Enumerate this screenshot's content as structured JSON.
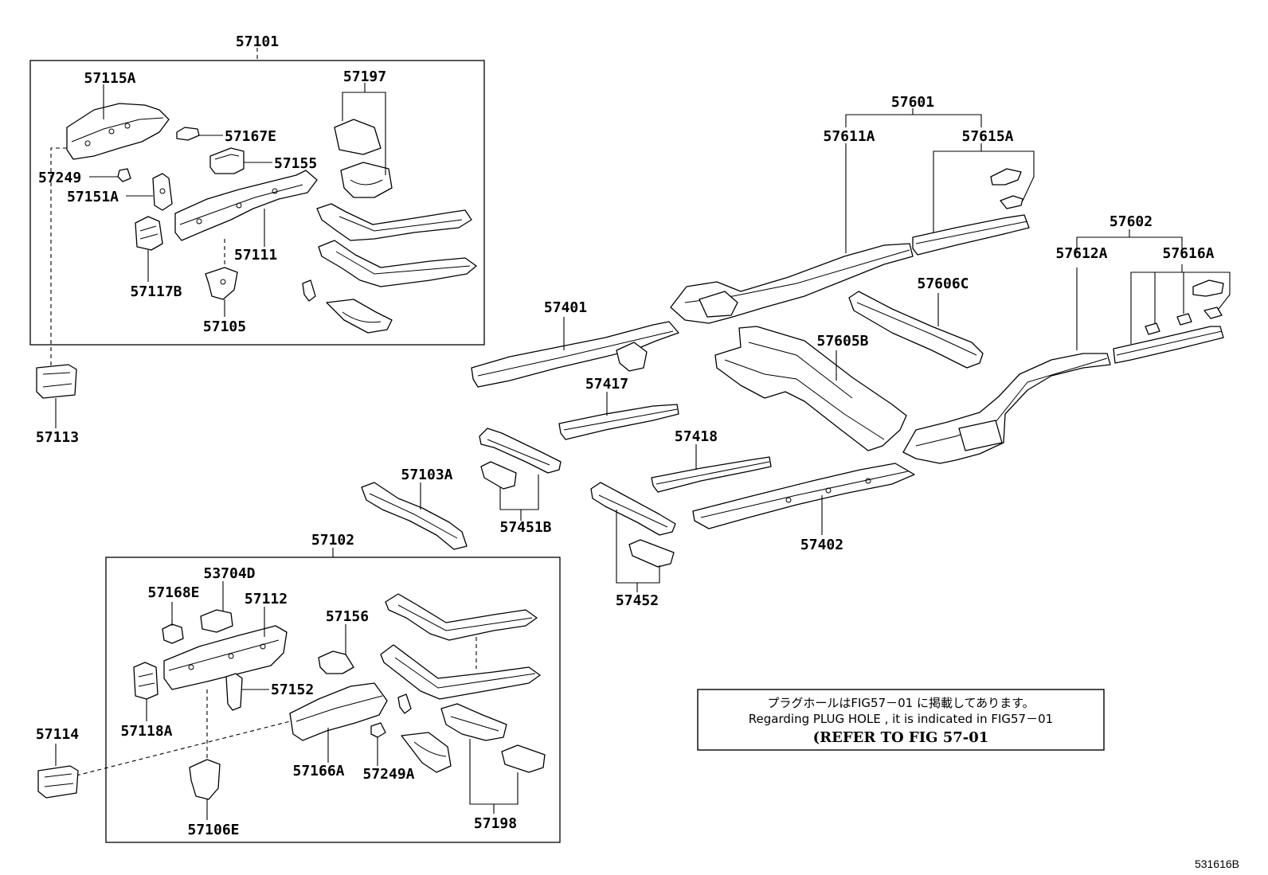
{
  "labels": {
    "a57101": "57101",
    "a57115A": "57115A",
    "a57197": "57197",
    "a57167E": "57167E",
    "a57155": "57155",
    "a57249": "57249",
    "a57151A": "57151A",
    "a57111": "57111",
    "a57117B": "57117B",
    "a57105": "57105",
    "a57113": "57113",
    "a57601": "57601",
    "a57611A": "57611A",
    "a57615A": "57615A",
    "a57602": "57602",
    "a57612A": "57612A",
    "a57616A": "57616A",
    "a57401": "57401",
    "a57606C": "57606C",
    "a57605B": "57605B",
    "a57417": "57417",
    "a57418": "57418",
    "a57103A": "57103A",
    "a57451B": "57451B",
    "a57402": "57402",
    "a57452": "57452",
    "a57102": "57102",
    "a53704D": "53704D",
    "a57168E": "57168E",
    "a57112": "57112",
    "a57156": "57156",
    "a57152": "57152",
    "a57118A": "57118A",
    "a57114": "57114",
    "a57166A": "57166A",
    "a57249A": "57249A",
    "a57106E": "57106E",
    "a57198": "57198"
  },
  "note": {
    "line_jp": "プラグホールはFIG57－01 に掲載してあります。",
    "line_en": "Regarding PLUG HOLE , it is indicated in FIG57－01",
    "line_ref": "(REFER TO FIG 57-01"
  },
  "figure_id": "531616B"
}
